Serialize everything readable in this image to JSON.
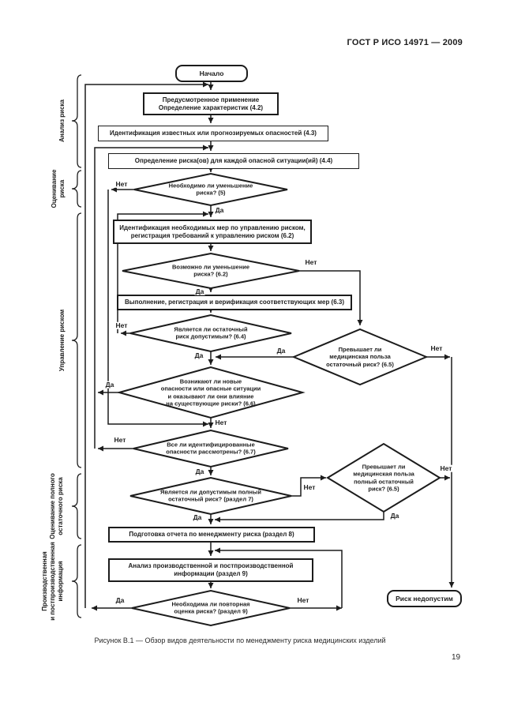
{
  "page": {
    "header": "ГОСТ Р ИСО 14971 — 2009",
    "caption": "Рисунок В.1 — Обзор видов деятельности по менеджменту риска медицинских изделий",
    "page_number": "19"
  },
  "side_labels": {
    "analysis": {
      "lines": [
        "Анализ риска"
      ]
    },
    "evaluation": {
      "lines": [
        "Оценивание",
        "риска"
      ]
    },
    "control": {
      "lines": [
        "Управление риском"
      ]
    },
    "overall": {
      "lines": [
        "Оценивание полного",
        "остаточного риска"
      ]
    },
    "production": {
      "lines": [
        "Производственная",
        "и постпроизводственная",
        "информация"
      ]
    }
  },
  "nodes": {
    "start": "Начало",
    "intended_use": {
      "lines": [
        "Предусмотренное применение",
        "Определение характеристик (4.2)"
      ]
    },
    "hazard_identification": "Идентификация известных или прогнозируемых опасностей (4.3)",
    "risk_estimation": "Определение риска(ов) для каждой опасной ситуации(ий) (4.4)",
    "d_reduction_needed": {
      "lines": [
        "Необходимо ли уменьшение",
        "риска? (5)"
      ]
    },
    "control_measures": {
      "lines": [
        "Идентификация необходимых мер по управлению риском,",
        "регистрация требований к управлению риском (6.2)"
      ]
    },
    "d_reduction_possible": {
      "lines": [
        "Возможно ли уменьшение",
        "риска? (6.2)"
      ]
    },
    "implementation": "Выполнение, регистрация и верификация соответствующих мер (6.3)",
    "d_residual_acceptable": {
      "lines": [
        "Является ли остаточный",
        "риск допустимым? (6.4)"
      ]
    },
    "d_benefit_residual": {
      "lines": [
        "Превышает ли",
        "медицинская польза",
        "остаточный риск? (6.5)"
      ]
    },
    "d_new_hazards": {
      "lines": [
        "Возникают ли новые",
        "опасности или опасные ситуации",
        "и оказывают ли они влияние",
        "на существующие риски? (6.6)"
      ]
    },
    "d_all_hazards": {
      "lines": [
        "Все ли идентифицированные",
        "опасности рассмотрены? (6.7)"
      ]
    },
    "d_overall_acceptable": {
      "lines": [
        "Является ли допустимым полный",
        "остаточный риск? (раздел 7)"
      ]
    },
    "d_benefit_overall": {
      "lines": [
        "Превышает ли",
        "медицинская польза",
        "полный остаточный",
        "риск? (6.5)"
      ]
    },
    "report": "Подготовка отчета по менеджменту риска (раздел 8)",
    "post_production": {
      "lines": [
        "Анализ производственной и постпроизводственной",
        "информации (раздел 9)"
      ]
    },
    "d_reassessment": {
      "lines": [
        "Необходима ли повторная",
        "оценка риска? (раздел 9)"
      ]
    },
    "risk_unacceptable": "Риск недопустим"
  },
  "edge_labels": {
    "d5_no": "Нет",
    "d5_yes": "Да",
    "d62_no": "Нет",
    "d62_yes": "Да",
    "d64_no": "Нет",
    "d64_yes": "Да",
    "d65a_yes": "Да",
    "d65a_no": "Нет",
    "d66_yes": "Да",
    "d66_no": "Нет",
    "d67_no": "Нет",
    "d67_yes": "Да",
    "d7_no": "Нет",
    "d7_yes": "Да",
    "d65b_no": "Нет",
    "d65b_yes": "Да",
    "d9_yes": "Да",
    "d9_no": "Нет"
  },
  "colors": {
    "ink": "#1c1c1c",
    "paper": "#ffffff"
  }
}
